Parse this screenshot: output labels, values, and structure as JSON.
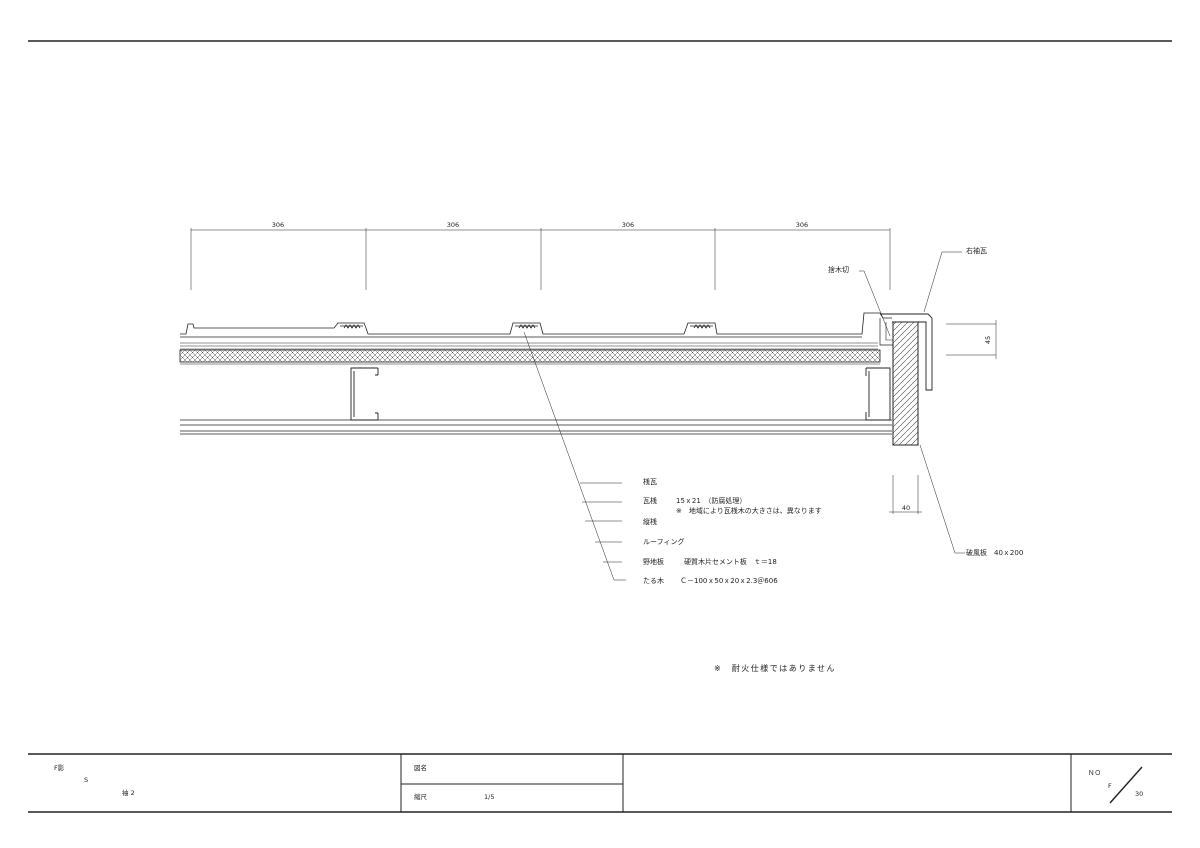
{
  "dimensions": {
    "spacing": [
      "306",
      "306",
      "306",
      "306"
    ],
    "height_45": "45",
    "width_40": "40"
  },
  "callouts": {
    "right_side_tile": "右袖瓦",
    "eave_cut": "捨木切",
    "fascia_board": "破風板　40ｘ200"
  },
  "layer_labels": [
    {
      "name": "桟瓦",
      "spec": ""
    },
    {
      "name": "瓦桟",
      "spec": "15ｘ21　（防腐処理）"
    },
    {
      "name": "縦桟",
      "spec": ""
    },
    {
      "name": "ルーフィング",
      "spec": ""
    },
    {
      "name": "野地板",
      "spec": "硬質木片セメント板　ｔ＝18"
    },
    {
      "name": "たる木",
      "spec": "Ｃ－100ｘ50ｘ20ｘ2.3＠606"
    }
  ],
  "layer_note": "※　地域により瓦桟木の大きさは、異なります",
  "fire_note": "※　耐火仕様ではありません",
  "title_block": {
    "left_line1": "F影",
    "left_line2": "S",
    "left_line3": "袖 2",
    "drawing_name_label": "図名",
    "scale_label": "縮尺",
    "scale_value": "1/5",
    "no_label": "ＮＯ",
    "sheet_letter": "F",
    "sheet_number": "30"
  },
  "colors": {
    "line": "#222222",
    "hatch": "#555555"
  }
}
